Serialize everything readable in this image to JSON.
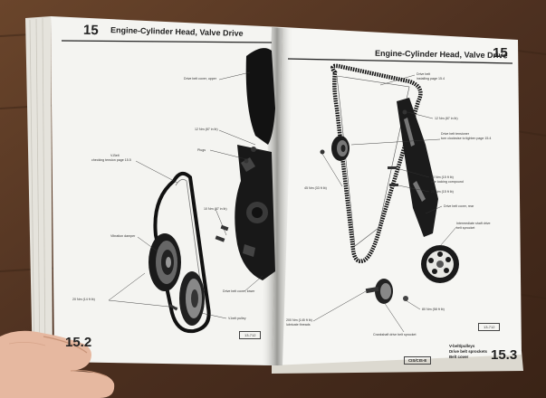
{
  "left_page": {
    "page_number": "15",
    "title": "Engine-Cylinder Head, Valve Drive",
    "footer_number": "15.2",
    "figure_ref": "13-712",
    "labels": {
      "drive_belt_cover_upper": "Drive belt cover, upper",
      "torque_12nm": "12 Nm (87 in lb)",
      "plugs": "Plugs",
      "vbelt": "V-Belt",
      "vbelt_sub": "checking tension page 15.5",
      "torque_10nm": "10 Nm (87 in lb)",
      "vibration_damper": "Vibration damper",
      "torque_20nm": "20 Nm (14 ft lb)",
      "vbelt_pulley": "V-belt pulley",
      "drive_belt_cover_lower": "Drive belt cover, lower"
    }
  },
  "right_page": {
    "title": "Engine-Cylinder Head, Valve Drive",
    "page_number": "15",
    "footer_number": "15.3",
    "footer_code": "CIS/CIS-E",
    "footer_topic_1": "V-belt/pulleys",
    "footer_topic_2": "Drive belt sprockets",
    "footer_topic_3": "Belt cover",
    "figure_ref": "13-712",
    "labels": {
      "drive_belt": "Drive belt",
      "drive_belt_sub": "installing page 15.4",
      "torque_12nm": "12 Nm (87 in lb)",
      "tensioner": "Drive belt tensioner",
      "tensioner_sub": "turn clockwise to tighten page 15.4",
      "torque_45nm": "45 Nm (33 ft lb)",
      "torque_20nm_a": "20 Nm (15 ft lb)",
      "torque_20nm_a_sub": "use locking compound",
      "torque_20nm_b": "20 Nm (15 ft lb)",
      "drive_belt_cover_rear": "Drive belt cover, rear",
      "intermediate_sprocket": "Intermediate shaft drive",
      "intermediate_sprocket_sub": "belt sprocket",
      "torque_80nm": "80 Nm (58 ft lb)",
      "torque_200nm": "200 Nm (145 ft lb)",
      "torque_200nm_sub": "lubricate threads",
      "crankshaft_sprocket": "Crankshaft drive belt sprocket"
    }
  }
}
